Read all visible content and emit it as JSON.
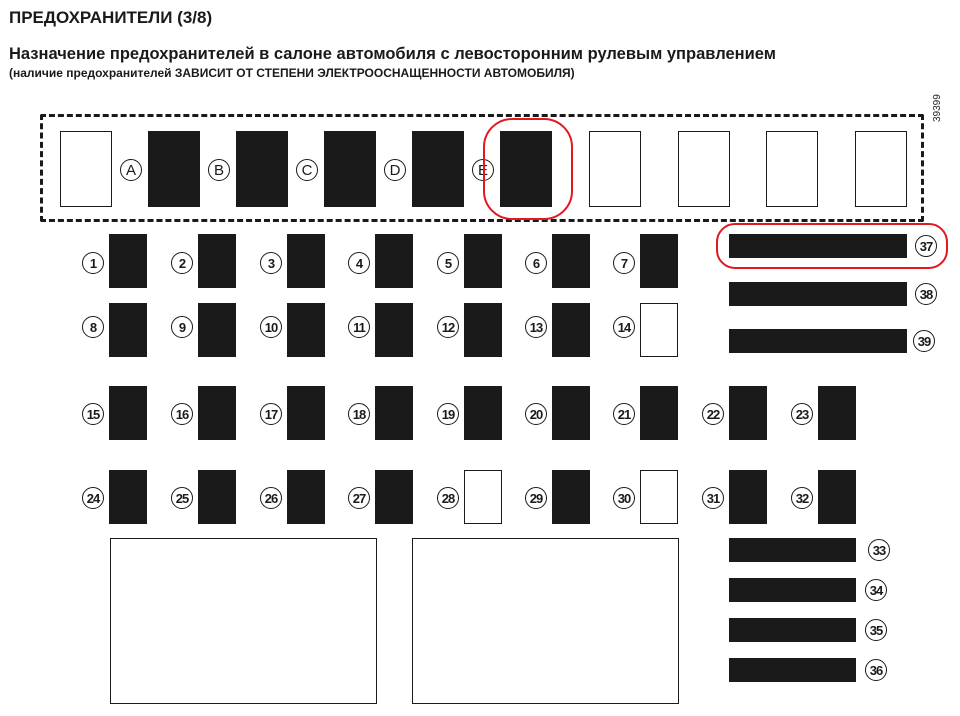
{
  "header": {
    "title": "ПРЕДОХРАНИТЕЛИ",
    "page_indicator": "(3/8)",
    "subtitle": "Назначение предохранителей в салоне автомобиля с левосторонним рулевым управлением",
    "note": "(наличие предохранителей ЗАВИСИТ ОТ СТЕПЕНИ ЭЛЕКТРООСНАЩЕННОСТИ АВТОМОБИЛЯ)",
    "doc_id": "39399"
  },
  "colors": {
    "fuse": "#1a1a1a",
    "highlight": "#e0191f",
    "background": "#ffffff"
  },
  "relays": [
    {
      "label": "",
      "filled": false
    },
    {
      "label": "A",
      "filled": true
    },
    {
      "label": "B",
      "filled": true
    },
    {
      "label": "C",
      "filled": true
    },
    {
      "label": "D",
      "filled": true
    },
    {
      "label": "E",
      "filled": true,
      "highlighted": true
    },
    {
      "label": "",
      "filled": false
    },
    {
      "label": "",
      "filled": false
    },
    {
      "label": "",
      "filled": false
    },
    {
      "label": "",
      "filled": false
    }
  ],
  "fuses": [
    {
      "label": "1",
      "filled": true
    },
    {
      "label": "2",
      "filled": true
    },
    {
      "label": "3",
      "filled": true
    },
    {
      "label": "4",
      "filled": true
    },
    {
      "label": "5",
      "filled": true
    },
    {
      "label": "6",
      "filled": true
    },
    {
      "label": "7",
      "filled": true
    },
    {
      "label": "8",
      "filled": true
    },
    {
      "label": "9",
      "filled": true
    },
    {
      "label": "10",
      "filled": true
    },
    {
      "label": "11",
      "filled": true
    },
    {
      "label": "12",
      "filled": true
    },
    {
      "label": "13",
      "filled": true
    },
    {
      "label": "14",
      "filled": false
    },
    {
      "label": "15",
      "filled": true
    },
    {
      "label": "16",
      "filled": true
    },
    {
      "label": "17",
      "filled": true
    },
    {
      "label": "18",
      "filled": true
    },
    {
      "label": "19",
      "filled": true
    },
    {
      "label": "20",
      "filled": true
    },
    {
      "label": "21",
      "filled": true
    },
    {
      "label": "22",
      "filled": true
    },
    {
      "label": "23",
      "filled": true
    },
    {
      "label": "24",
      "filled": true
    },
    {
      "label": "25",
      "filled": true
    },
    {
      "label": "26",
      "filled": true
    },
    {
      "label": "27",
      "filled": true
    },
    {
      "label": "28",
      "filled": false
    },
    {
      "label": "29",
      "filled": true
    },
    {
      "label": "30",
      "filled": false
    },
    {
      "label": "31",
      "filled": true
    },
    {
      "label": "32",
      "filled": true
    }
  ],
  "bars": [
    {
      "label": "37",
      "highlighted": true
    },
    {
      "label": "38"
    },
    {
      "label": "39"
    },
    {
      "label": "33"
    },
    {
      "label": "34"
    },
    {
      "label": "35"
    },
    {
      "label": "36"
    }
  ]
}
